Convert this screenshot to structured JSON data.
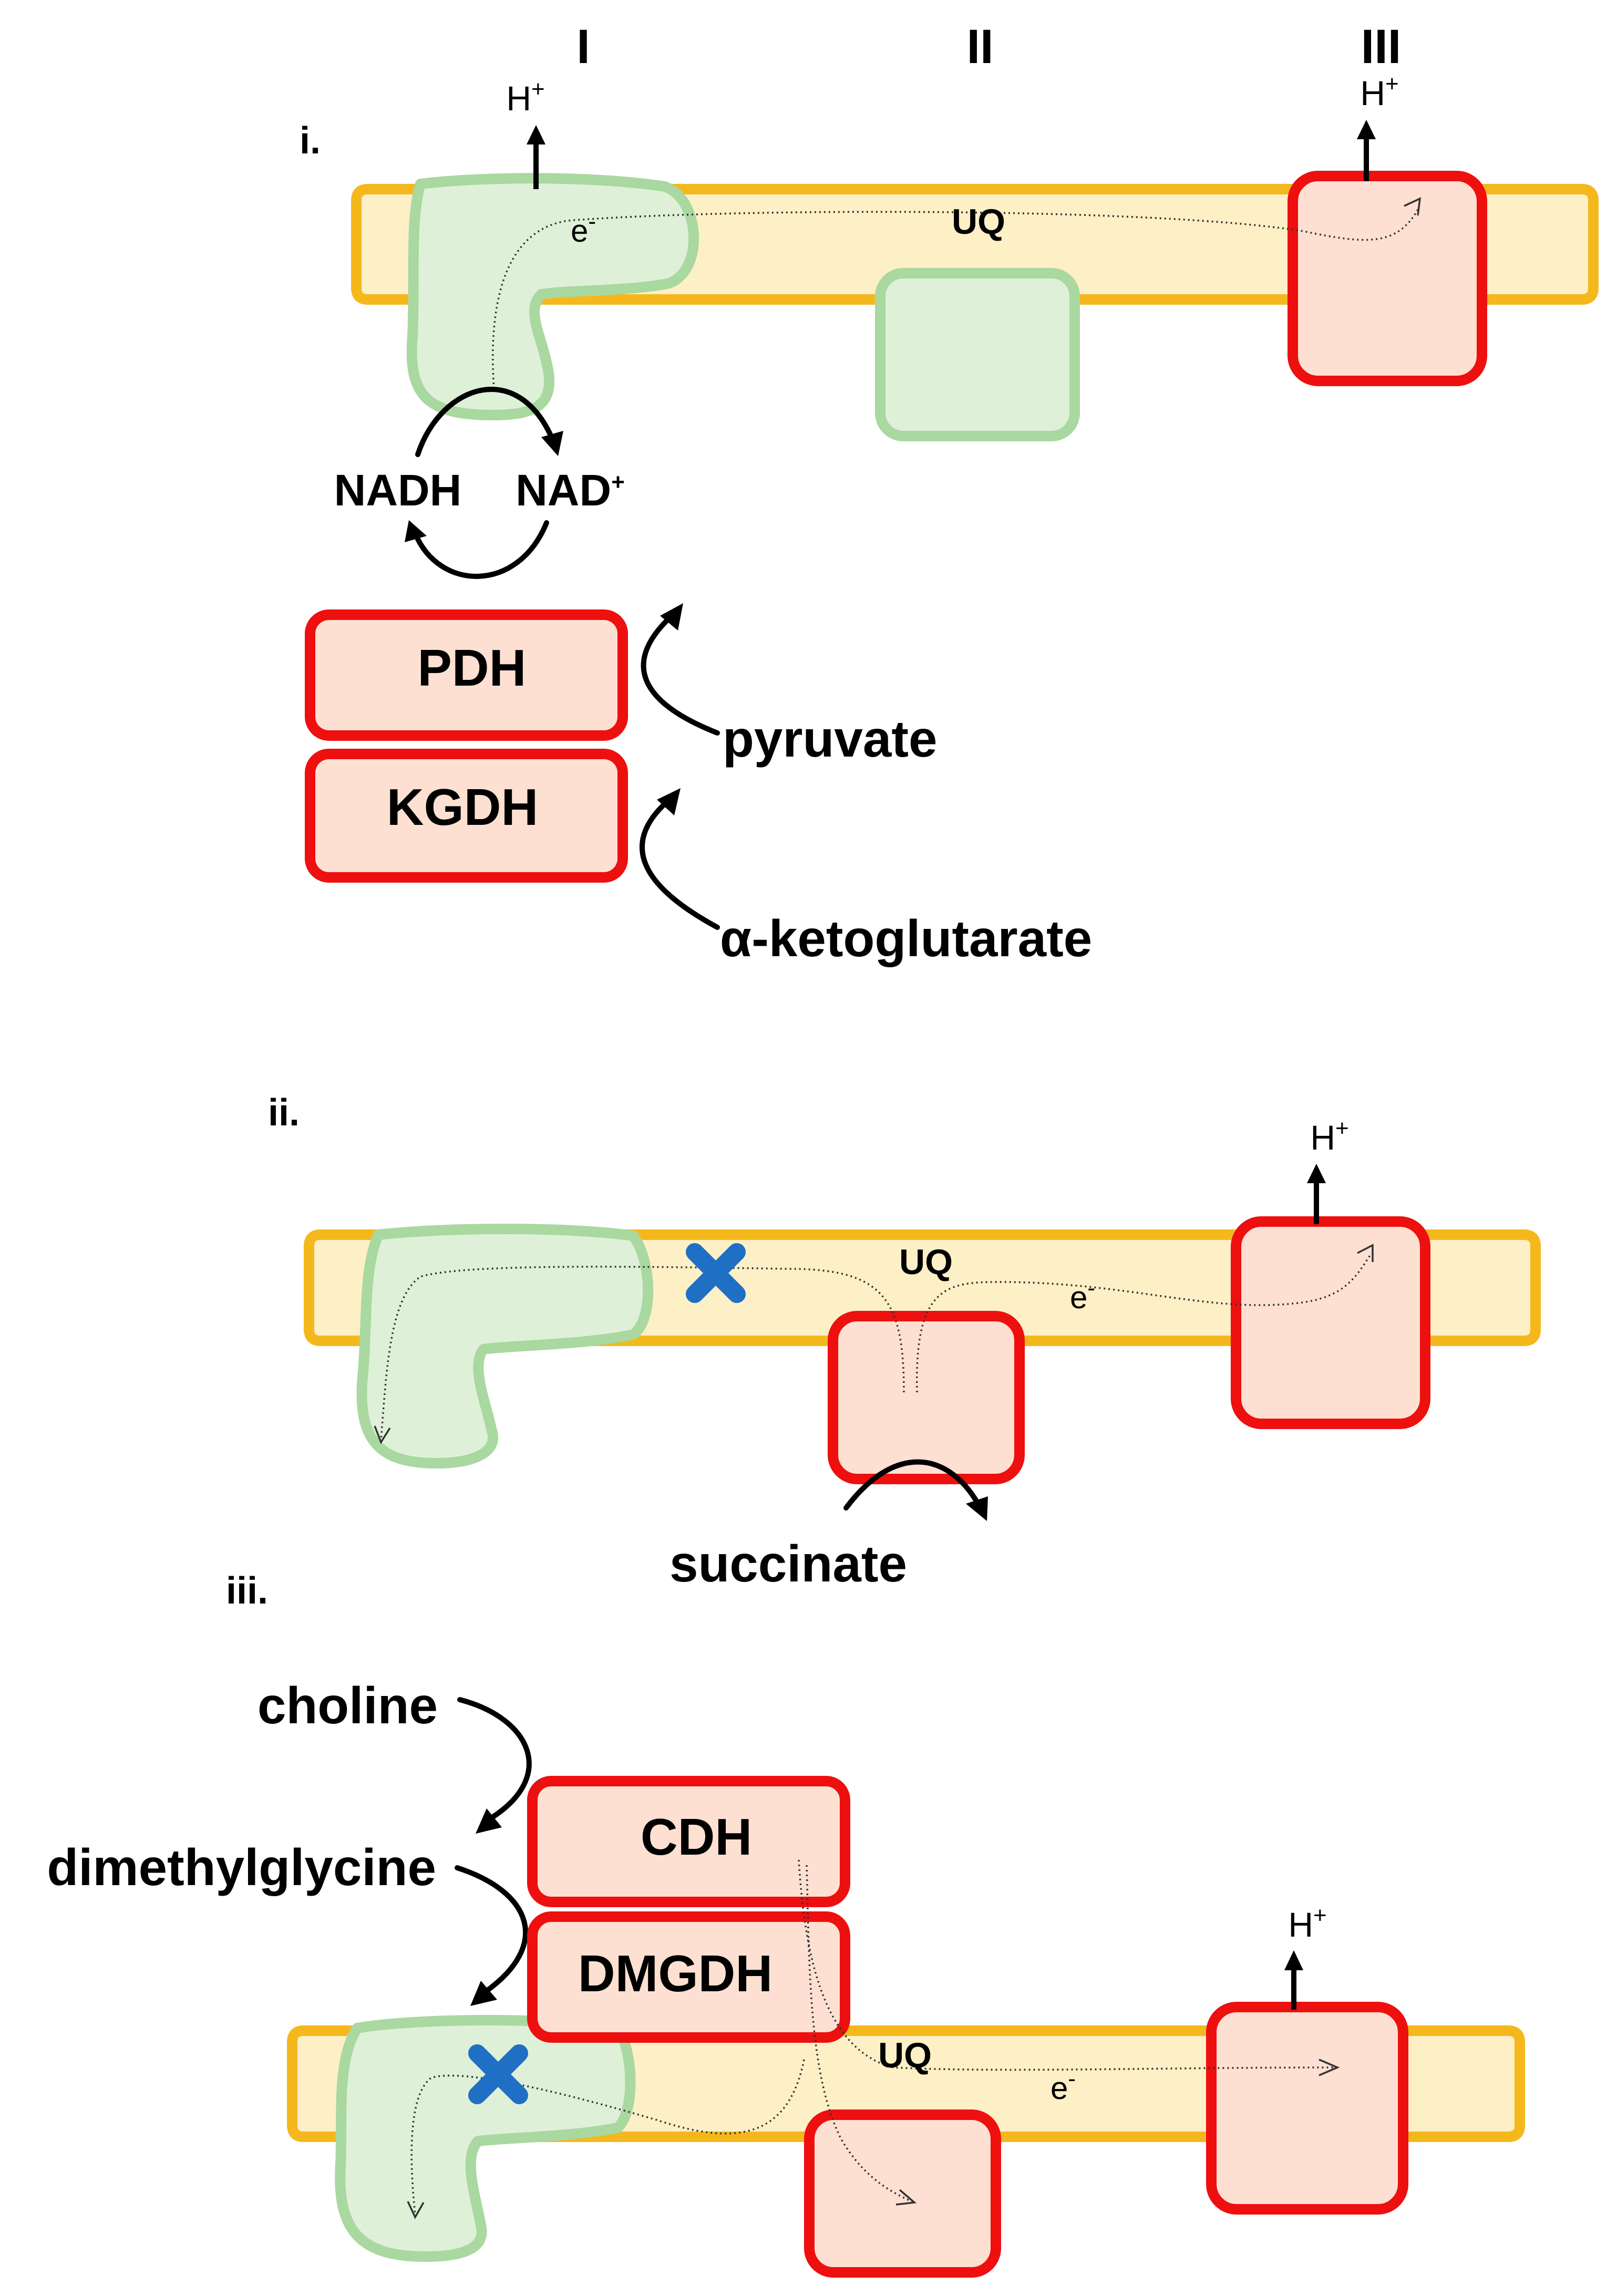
{
  "complex_labels": {
    "c1": "I",
    "c2": "II",
    "c3": "III"
  },
  "panels": {
    "i": {
      "label": "i.",
      "proton": "H",
      "proton_charge": "+",
      "proton_iii": "H",
      "proton_iii_charge": "+",
      "uq": "UQ",
      "electron": "e",
      "electron_charge": "-",
      "nadh": "NADH",
      "nad": "NAD",
      "nad_charge": "+",
      "enzyme_top": "PDH",
      "enzyme_bottom": "KGDH",
      "substrate_top": "pyruvate",
      "substrate_bottom": "α-ketoglutarate"
    },
    "ii": {
      "label": "ii.",
      "proton": "H",
      "proton_charge": "+",
      "uq": "UQ",
      "electron": "e",
      "electron_charge": "-",
      "substrate": "succinate"
    },
    "iii": {
      "label": "iii.",
      "proton": "H",
      "proton_charge": "+",
      "uq": "UQ",
      "electron": "e",
      "electron_charge": "-",
      "substrate_top": "choline",
      "substrate_bottom": "dimethylglycine",
      "enzyme_top": "CDH",
      "enzyme_bottom": "DMGDH"
    }
  },
  "colors": {
    "membrane_fill": "#fdefc6",
    "membrane_edge": "#f5b81c",
    "inactive_fill": "#dff0d8",
    "inactive_edge": "#a9d8a0",
    "active_fill": "#fde0d2",
    "active_edge": "#ee0f0f",
    "block_mark": "#1f6fc4"
  }
}
